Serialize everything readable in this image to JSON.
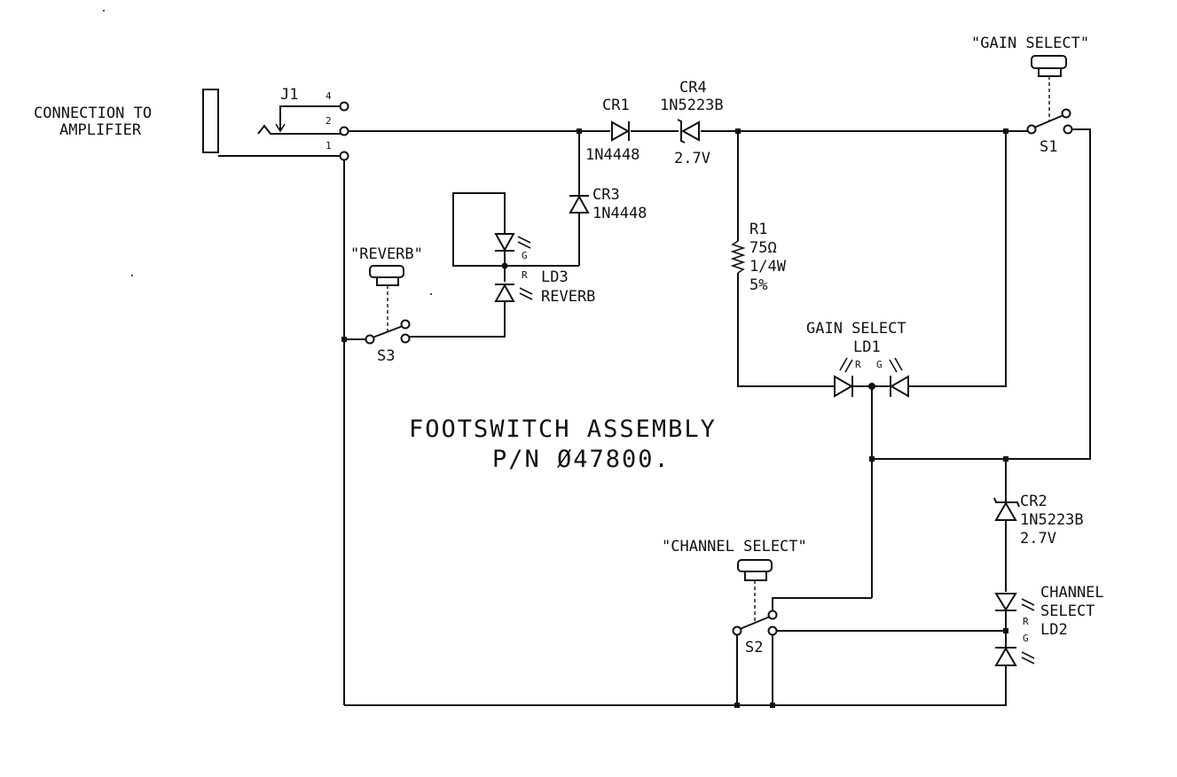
{
  "labels": {
    "connection": "CONNECTION TO",
    "amplifier": "AMPLIFIER",
    "j1": "J1",
    "pin4": "4",
    "pin2": "2",
    "pin1": "1",
    "cr1": "CR1",
    "cr1_part": "1N4448",
    "cr4": "CR4",
    "cr4_part": "1N5223B",
    "cr4_volt": "2.7V",
    "cr3": "CR3",
    "cr3_part": "1N4448",
    "r1": "R1",
    "r1_ohm": "75Ω",
    "r1_watt": "1/4W",
    "r1_tol": "5%",
    "gain_select_btn": "\"GAIN SELECT\"",
    "s1": "S1",
    "reverb_btn": "\"REVERB\"",
    "s3": "S3",
    "ld3": "LD3",
    "ld3_name": "REVERB",
    "ld3_g": "G",
    "ld3_r": "R",
    "gain_select": "GAIN SELECT",
    "ld1": "LD1",
    "ld1_left": "R",
    "ld1_right": "G",
    "title1": "FOOTSWITCH ASSEMBLY",
    "title2": "P/N Ø47800.",
    "channel_select_btn": "\"CHANNEL SELECT\"",
    "s2": "S2",
    "cr2": "CR2",
    "cr2_part": "1N5223B",
    "cr2_volt": "2.7V",
    "ch_select1": "CHANNEL",
    "ch_select2": "SELECT",
    "ld2": "LD2",
    "ld2_r": "R",
    "ld2_g": "G"
  }
}
